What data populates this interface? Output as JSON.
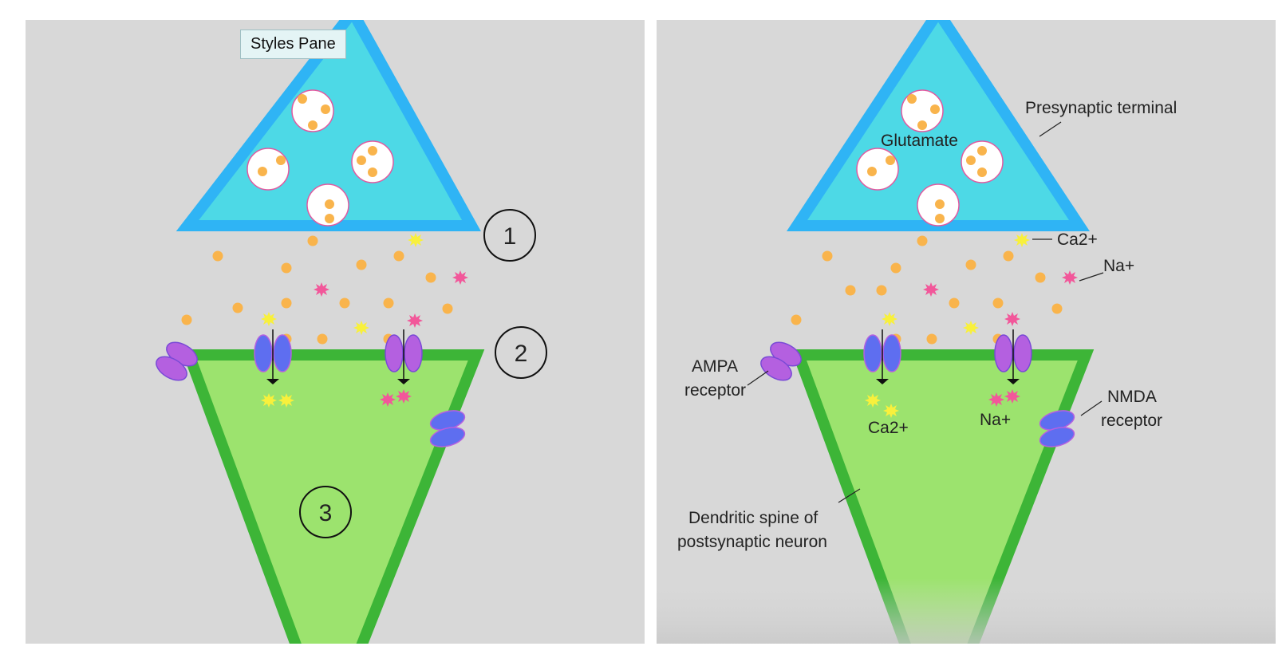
{
  "tooltip": {
    "text": "Styles Pane"
  },
  "steps": {
    "one": "1",
    "two": "2",
    "three": "3"
  },
  "labels": {
    "presynaptic": "Presynaptic terminal",
    "glutamate": "Glutamate",
    "ca_ion": "Ca2+",
    "na_ion": "Na+",
    "ampa_line1": "AMPA",
    "ampa_line2": "receptor",
    "nmda_line1": "NMDA",
    "nmda_line2": "receptor",
    "ca_inside": "Ca2+",
    "na_inside": "Na+",
    "dendrite_line1": "Dendritic spine of",
    "dendrite_line2": "postsynaptic neuron"
  },
  "colors": {
    "background": "#d8d8d8",
    "presynaptic_fill": "#4dd9e6",
    "presynaptic_border": "#2fb4f5",
    "postsynaptic_fill": "#9ce36e",
    "postsynaptic_border": "#3db537",
    "glutamate": "#f9b44c",
    "calcium": "#f8f03c",
    "sodium": "#f2579a",
    "ampa_receptor": "#b460e0",
    "nmda_receptor": "#5e6ef0"
  }
}
